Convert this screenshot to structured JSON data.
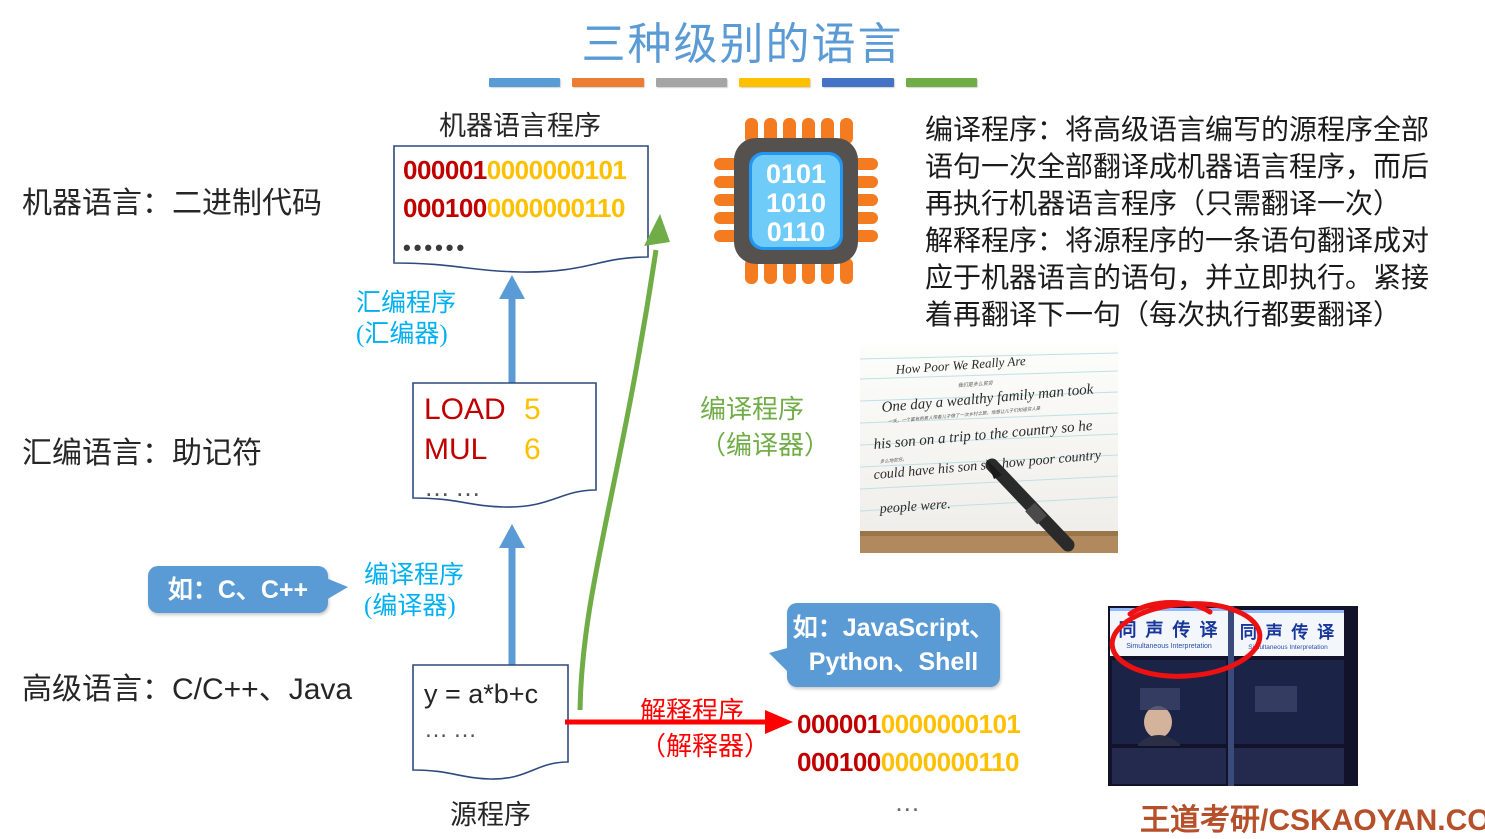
{
  "title": "三种级别的语言",
  "title_bars": [
    "#5B9BD5",
    "#ED7D31",
    "#A5A5A5",
    "#FFC000",
    "#4472C4",
    "#70AD47"
  ],
  "levels": {
    "machine": "机器语言：二进制代码",
    "assembly": "汇编语言：助记符",
    "high": "高级语言：C/C++、Java"
  },
  "machine_program": {
    "caption": "机器语言程序",
    "lines": [
      {
        "opcode": "000001",
        "operand": "0000000101"
      },
      {
        "opcode": "000100",
        "operand": "0000000110"
      }
    ],
    "ellipsis": "••••••",
    "opcode_color": "#C00000",
    "operand_color": "#FFC000"
  },
  "assembly_program": {
    "lines": [
      {
        "mnemonic": "LOAD",
        "operand": "5"
      },
      {
        "mnemonic": "MUL",
        "operand": "6"
      }
    ],
    "ellipsis": "……"
  },
  "source_program": {
    "caption": "源程序",
    "code": "y = a*b+c",
    "ellipsis": "……"
  },
  "arrows": {
    "assembler": {
      "line1": "汇编程序",
      "line2": "(汇编器)",
      "color": "#00B0F0"
    },
    "compiler_asm": {
      "line1": "编译程序",
      "line2": "(编译器)",
      "color": "#00B0F0"
    },
    "compiler_green": {
      "line1": "编译程序",
      "line2": "（编译器）",
      "color": "#70AD47"
    },
    "interpreter": {
      "line1": "解释程序",
      "line2": "（解释器）",
      "color": "#FF0000"
    }
  },
  "callouts": {
    "compiled_languages": "如：C、C++",
    "interpreted_languages_line1": "如：JavaScript、",
    "interpreted_languages_line2": "Python、Shell"
  },
  "interpreter_output": {
    "lines": [
      {
        "opcode": "000001",
        "operand": "0000000101"
      },
      {
        "opcode": "000100",
        "operand": "0000000110"
      }
    ],
    "ellipsis": "…"
  },
  "cpu_chip": {
    "rows": [
      "0101",
      "1010",
      "0110"
    ],
    "body_color": "#55514E",
    "pin_color": "#F47B20",
    "core_color": "#4FC3F7"
  },
  "explanation": {
    "line1": "编译程序：将高级语言编写的源程序全部",
    "line2": "语句一次全部翻译成机器语言程序，而后",
    "line3": "再执行机器语言程序（只需翻译一次）",
    "line4": "解释程序：将源程序的一条语句翻译成对",
    "line5": "应于机器语言的语句，并立即执行。紧接",
    "line6": "着再翻译下一句（每次执行都要翻译）"
  },
  "handwriting_photo": {
    "title": "How Poor We Really Are",
    "sub": "我们是多么贫穷",
    "l1": "One day a wealthy family man took",
    "l1sub": "一天，一个富有的男人带着儿子做了一次乡村之旅，他想让儿子们知道穷人是",
    "l2": "his son on a trip to the country so he",
    "l2sub": "多么地贫穷。",
    "l3": "could have his son see how poor country",
    "l4": "people were."
  },
  "booth_photo": {
    "sign_cn": "同 声 传 译",
    "sign_en": "Simultaneous Interpretation",
    "sign_cn2": "同 声 传 译",
    "sign_en2": "Simultaneous Interpretation"
  },
  "watermark": "王道考研/CSKAOYAN.COM"
}
